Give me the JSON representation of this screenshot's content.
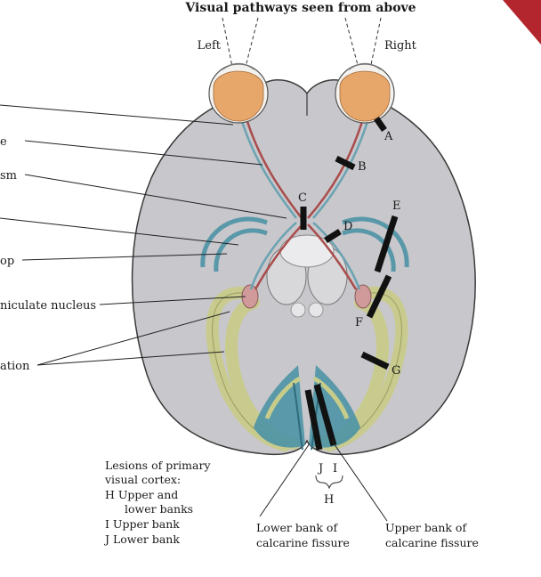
{
  "title": "Visual pathways seen from above",
  "sides": {
    "left": "Left",
    "right": "Right"
  },
  "left_labels": [
    {
      "text": ""
    },
    {
      "text": "e"
    },
    {
      "text": "sm"
    },
    {
      "text": ""
    },
    {
      "text": "op"
    },
    {
      "text": "niculate nucleus"
    },
    {
      "text": "ation"
    }
  ],
  "lesions": {
    "A": "A",
    "B": "B",
    "C": "C",
    "D": "D",
    "E": "E",
    "F": "F",
    "G": "G"
  },
  "jih": {
    "j": "J",
    "i": "I",
    "h": "H"
  },
  "cortex_legend": {
    "line1": "Lesions of primary",
    "line2": "visual cortex:",
    "h1": "H  Upper and",
    "h2": "lower banks",
    "i": "I   Upper bank",
    "j": "J   Lower bank"
  },
  "bottom_labels": {
    "lower_1": "Lower bank of",
    "lower_2": "calcarine fissure",
    "upper_1": "Upper bank of",
    "upper_2": "calcarine fissure"
  },
  "colors": {
    "brain": "#c8c7cb",
    "brain_outline": "#3a3a3a",
    "radiation": "#c8cc8a",
    "cortex_blue": "#4d93a6",
    "lgn": "#d09a9a",
    "eye": "#e8a76a",
    "corner": "#b3262e"
  }
}
